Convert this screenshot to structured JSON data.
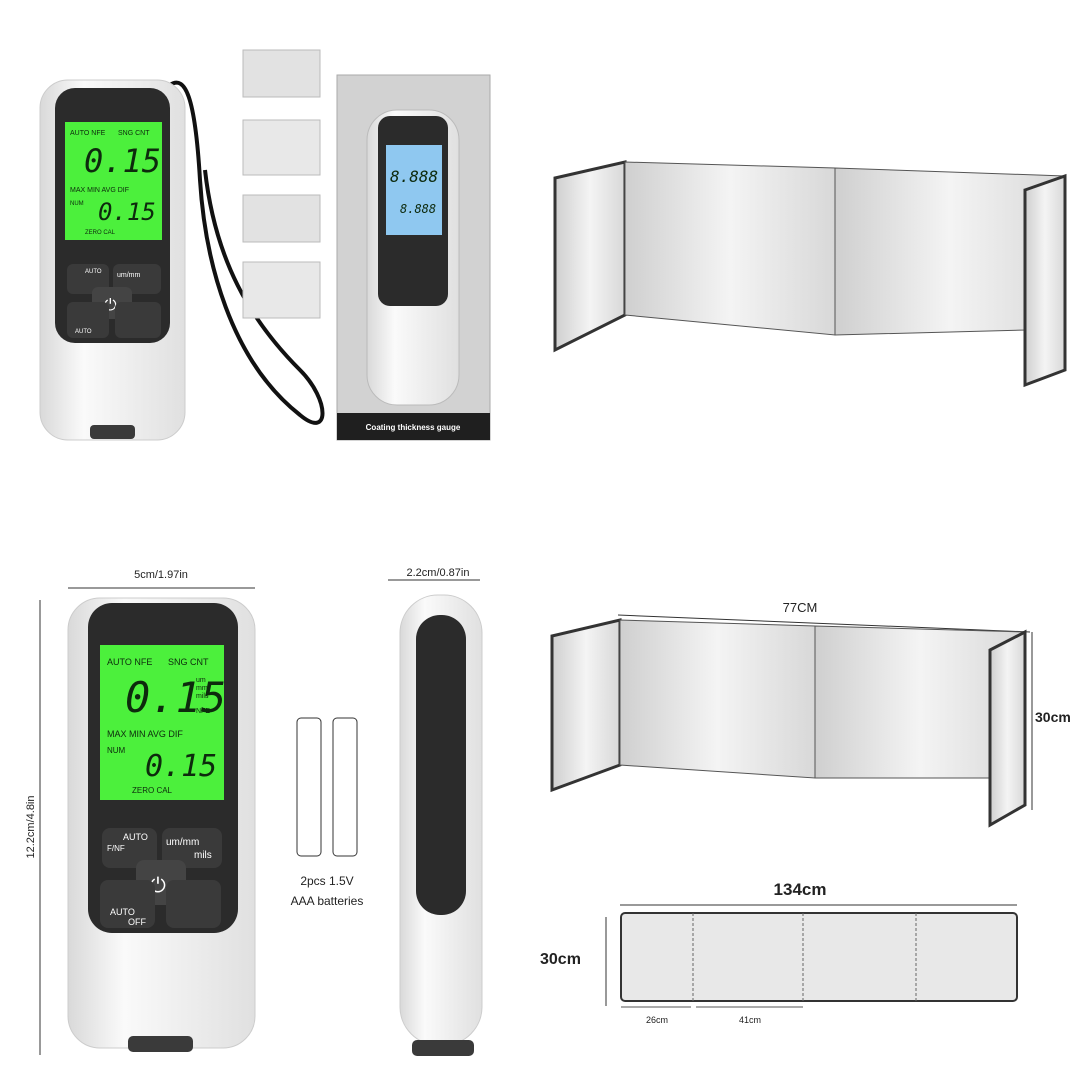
{
  "colors": {
    "lcd_green": "#4cf03c",
    "lcd_blue": "#8fc8f0",
    "body_dark": "#2b2b2b",
    "shell_white": "#f2f2f2"
  },
  "gauge": {
    "lcd_top_left": "AUTO NFE",
    "lcd_top_right": "SNG CNT",
    "main_reading": "0.15",
    "units": [
      "um",
      "mm",
      "mils"
    ],
    "mode": "NFE",
    "stats_row": "MAX MIN AVG DIF",
    "num_label": "NUM",
    "secondary_reading": "0.15",
    "bottom_row": "ZERO CAL",
    "buttons": {
      "auto": "AUTO",
      "fnf": "F/NF",
      "units": "um/mm",
      "units2": "mils",
      "auto_off_1": "AUTO",
      "auto_off_2": "OFF"
    }
  },
  "box": {
    "label": "Coating thickness gauge",
    "lcd_main": "8.888",
    "lcd_secondary": "8.888"
  },
  "dimensions": {
    "gauge_width": "5cm/1.97in",
    "gauge_height": "12.2cm/4.8in",
    "gauge_depth": "2.2cm/0.87in",
    "batteries_line1": "2pcs 1.5V",
    "batteries_line2": "AAA batteries",
    "screen_length": "77CM",
    "screen_height": "30cm",
    "flat_length": "134cm",
    "flat_height": "30cm",
    "panel_small": "26cm",
    "panel_large": "41cm"
  }
}
